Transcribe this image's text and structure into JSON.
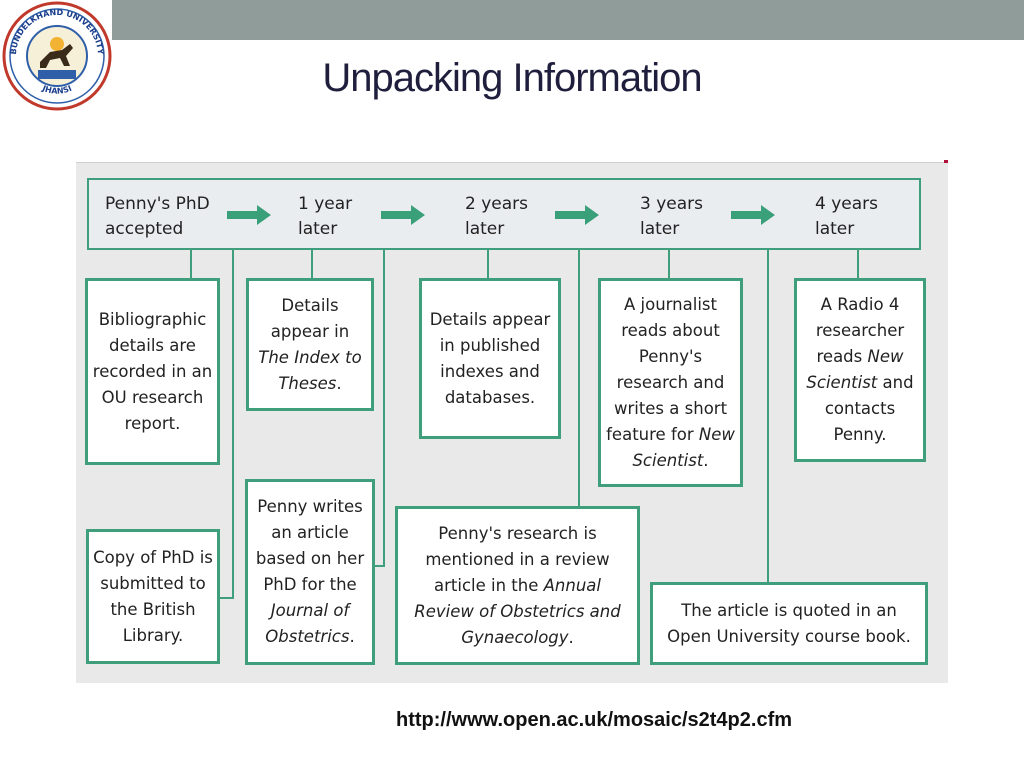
{
  "slide": {
    "title": "Unpacking Information",
    "source_url": "http://www.open.ac.uk/mosaic/s2t4p2.cfm"
  },
  "logo": {
    "top_text": "BUNDELKHAND UNIVERSITY",
    "bottom_text": "JHANSI"
  },
  "colors": {
    "top_bar": "#909c99",
    "box_border": "#3f9f7c",
    "arrow": "#3aa07a",
    "panel": "#e9e9e9"
  },
  "timeline": [
    {
      "label": "Penny's PhD\naccepted"
    },
    {
      "label": "1 year\nlater"
    },
    {
      "label": "2 years\nlater"
    },
    {
      "label": "3 years\nlater"
    },
    {
      "label": "4 years\nlater"
    }
  ],
  "events": [
    {
      "segments": [
        {
          "t": "Bibliographic details are recorded in an OU research report."
        }
      ]
    },
    {
      "segments": [
        {
          "t": "Copy of PhD is submitted to the British Library."
        }
      ]
    },
    {
      "segments": [
        {
          "t": "Details appear in "
        },
        {
          "t": "The Index to Theses",
          "em": true
        },
        {
          "t": "."
        }
      ]
    },
    {
      "segments": [
        {
          "t": "Penny writes an article based on her PhD for the "
        },
        {
          "t": "Journal of Obstetrics",
          "em": true
        },
        {
          "t": "."
        }
      ]
    },
    {
      "segments": [
        {
          "t": "Details appear in published indexes and databases."
        }
      ]
    },
    {
      "segments": [
        {
          "t": "Penny's research is mentioned in a review article in the "
        },
        {
          "t": "Annual Review of Obstetrics and Gynaecology",
          "em": true
        },
        {
          "t": "."
        }
      ]
    },
    {
      "segments": [
        {
          "t": "A journalist reads about Penny's research and writes a short feature for "
        },
        {
          "t": "New Scientist",
          "em": true
        },
        {
          "t": "."
        }
      ]
    },
    {
      "segments": [
        {
          "t": "The article is quoted in an Open University course book."
        }
      ]
    },
    {
      "segments": [
        {
          "t": "A Radio 4 researcher reads "
        },
        {
          "t": "New Scientist",
          "em": true
        },
        {
          "t": " and contacts Penny."
        }
      ]
    }
  ]
}
